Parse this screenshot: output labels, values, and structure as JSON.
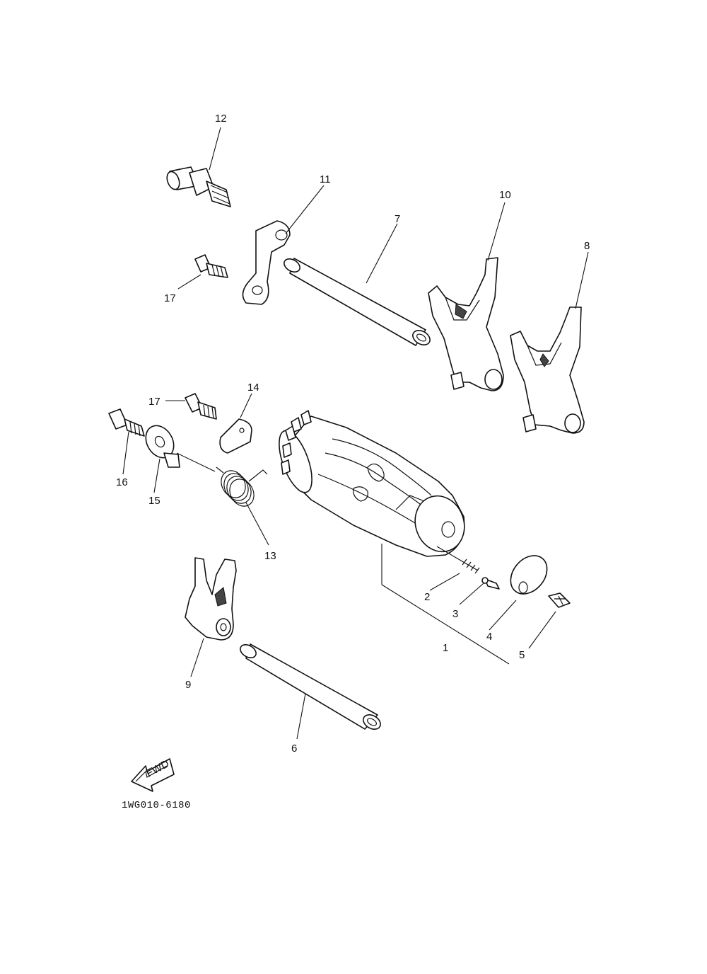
{
  "callouts": {
    "c1": "1",
    "c2": "2",
    "c3": "3",
    "c4": "4",
    "c5": "5",
    "c6": "6",
    "c7": "7",
    "c8": "8",
    "c9": "9",
    "c10": "10",
    "c11": "11",
    "c12": "12",
    "c13": "13",
    "c14": "14",
    "c15": "15",
    "c16": "16",
    "c17a": "17",
    "c17b": "17"
  },
  "diagram_code": "1WG010-6180",
  "front_arrow_label": "FWD",
  "line_color": "#111111"
}
